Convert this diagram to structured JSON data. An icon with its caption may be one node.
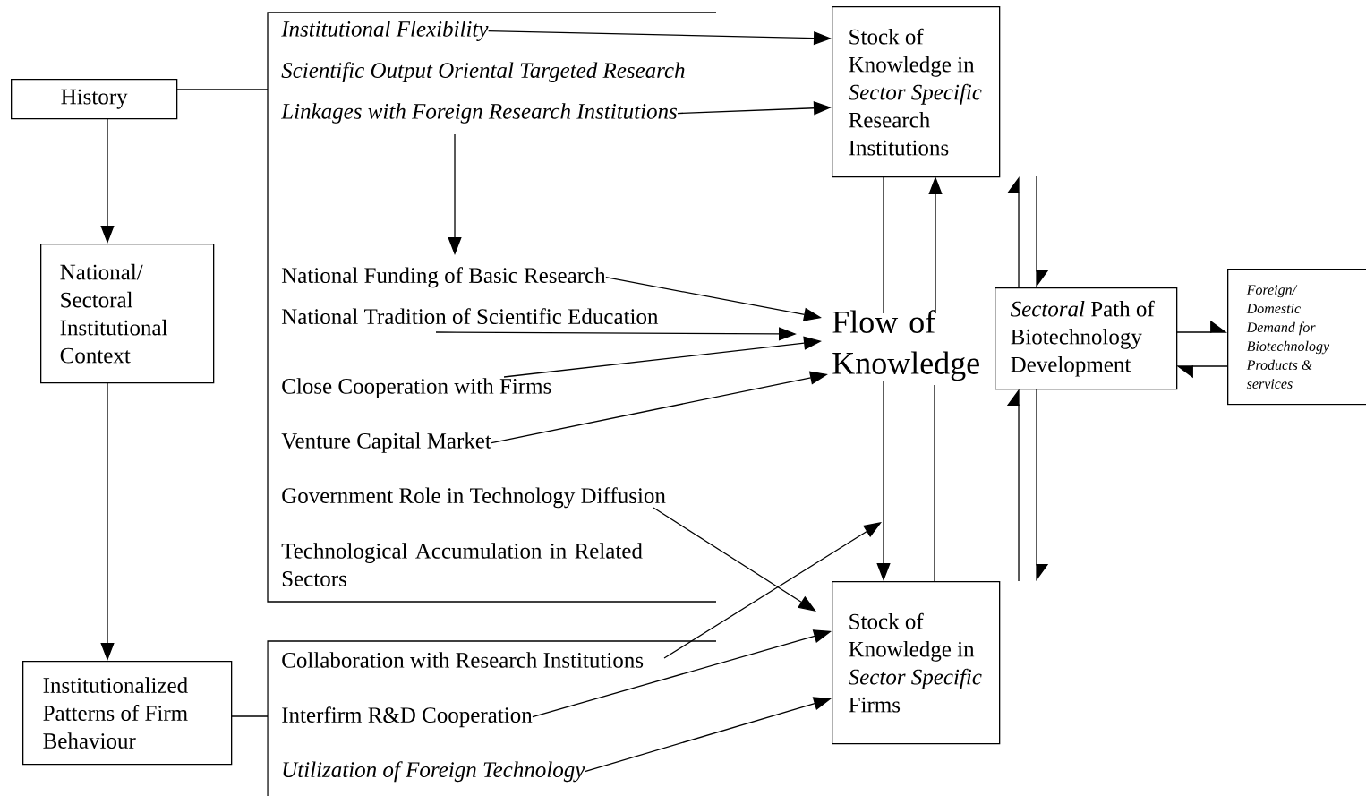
{
  "diagram": {
    "nodes": [
      {
        "text": [
          "History"
        ]
      },
      {
        "text": [
          "National/ Sectoral Institutional Context"
        ]
      },
      {
        "text": [
          "Institutionalized Patterns of Firm Behaviour"
        ]
      },
      {
        "text": [],
        "shape": "bracket"
      },
      {
        "text": [
          "Institutional Flexibility"
        ],
        "in": 3
      },
      {
        "text": [
          "Scientific Output Oriental Targeted Research"
        ],
        "in": 3
      },
      {
        "text": [
          "Linkages with Foreign Research Institutions"
        ],
        "in": 3
      },
      {
        "text": [
          "National Funding of Basic Research"
        ],
        "in": 3
      },
      {
        "text": [
          "National Tradition of Scientific Education"
        ],
        "in": 3
      },
      {
        "text": [
          "Close Cooperation with Firms"
        ],
        "in": 3
      },
      {
        "text": [
          "Venture Capital Market"
        ],
        "in": 3
      },
      {
        "text": [
          "Government Role in Technology Diffusion"
        ],
        "in": 3
      },
      {
        "text": [
          "Technological Accumulation in Related Sectors"
        ],
        "in": 3
      },
      {
        "text": [],
        "shape": "bracket"
      },
      {
        "text": [
          "Collaboration with Research Institutions"
        ],
        "in": 13
      },
      {
        "text": [
          "Interfirm R&D Cooperation"
        ],
        "in": 13
      },
      {
        "text": [
          "Utilization of Foreign Technology"
        ],
        "in": 13
      },
      {
        "text": [
          "Stock of Knowledge in *Sector Specific* Research Institutions"
        ]
      },
      {
        "text": [
          "Flow of Knowledge"
        ]
      },
      {
        "text": [
          "*Sectoral* Path of Biotechnology Development"
        ]
      },
      {
        "text": [
          "Foreign/ Domestic Demand for Biotechnology Products & services"
        ]
      },
      {
        "text": [
          "Stock of Knowledge in *Sector Specific* Firms"
        ]
      }
    ],
    "edges": [
      {
        "from": 0,
        "to": 1,
        "arrow": "to"
      },
      {
        "from": 1,
        "to": 2,
        "arrow": "to"
      },
      {
        "from": 0,
        "to": 3,
        "arrow": "none"
      },
      {
        "from": 2,
        "to": 13,
        "arrow": "none"
      },
      {
        "from": 4,
        "to": 17,
        "arrow": "to"
      },
      {
        "from": 6,
        "to": 17,
        "arrow": "to"
      },
      {
        "from": 6,
        "to": 7,
        "arrow": "to"
      },
      {
        "from": 7,
        "to": 18,
        "arrow": "to"
      },
      {
        "from": 8,
        "to": 18,
        "arrow": "to"
      },
      {
        "from": 9,
        "to": 18,
        "arrow": "to"
      },
      {
        "from": 10,
        "to": 18,
        "arrow": "to"
      },
      {
        "from": 11,
        "to": 21,
        "arrow": "to"
      },
      {
        "from": 14,
        "to": null,
        "arrow": "to"
      },
      {
        "from": 15,
        "to": 21,
        "arrow": "to"
      },
      {
        "from": 16,
        "to": 21,
        "arrow": "to"
      },
      {
        "from": 18,
        "to": 17,
        "arrow": "to"
      },
      {
        "from": 17,
        "to": 18,
        "arrow": "none"
      },
      {
        "from": 18,
        "to": 21,
        "arrow": "to"
      },
      {
        "from": 21,
        "to": 18,
        "arrow": "none"
      },
      {
        "from": 19,
        "to": 17,
        "arrow": "to"
      },
      {
        "from": 17,
        "to": 19,
        "arrow": "to"
      },
      {
        "from": 21,
        "to": 19,
        "arrow": "to"
      },
      {
        "from": 19,
        "to": 21,
        "arrow": "to"
      },
      {
        "from": 19,
        "to": 20,
        "arrow": "to"
      },
      {
        "from": 20,
        "to": 19,
        "arrow": "to"
      }
    ]
  }
}
